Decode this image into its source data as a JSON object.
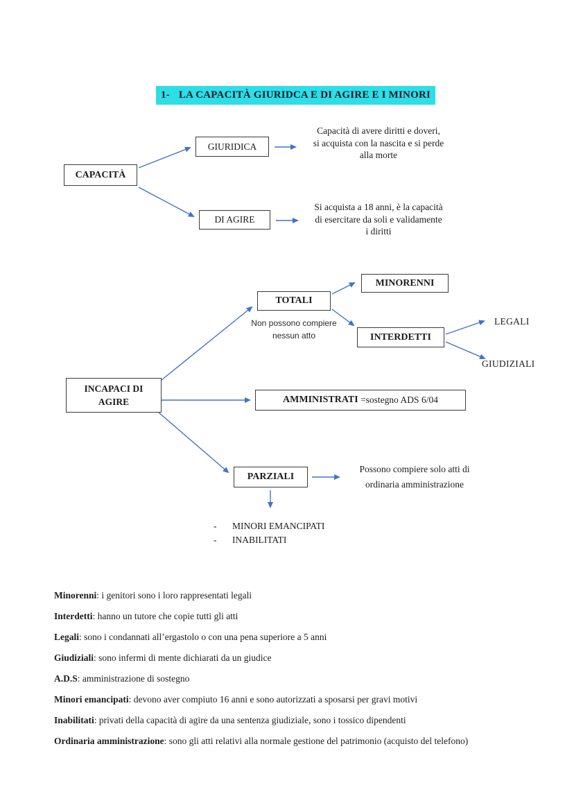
{
  "page": {
    "title_number": "1-",
    "title_text": "LA CAPACITÀ GIURIDCA E DI AGIRE E I MINORI"
  },
  "colors": {
    "title_highlight": "#2DDEE6",
    "arrow": "#4472C4",
    "box_border": "#3a3a3a"
  },
  "capacity_diagram": {
    "root": "CAPACITÀ",
    "giuridica": {
      "label": "GIURIDICA",
      "desc": [
        "Capacità di avere diritti e doveri,",
        "si acquista con la nascita e si perde",
        "alla morte"
      ]
    },
    "di_agire": {
      "label": "DI AGIRE",
      "desc": [
        "Si acquista a 18 anni, è la capacità",
        "di esercitare da soli e validamente",
        "i diritti"
      ]
    }
  },
  "incapacity_diagram": {
    "root_line1": "INCAPACI DI",
    "root_line2": "AGIRE",
    "totali": "TOTALI",
    "totali_note": [
      "Non possono compiere",
      "nessun atto"
    ],
    "minorenni": "MINORENNI",
    "interdetti": "INTERDETTI",
    "legali": "LEGALI",
    "giudiziali": "GIUDIZIALI",
    "amministrati_label": "AMMINISTRATI",
    "amministrati_note": " =sostegno ADS 6/04",
    "parziali": "PARZIALI",
    "parziali_desc": [
      "Possono compiere solo atti di",
      "ordinaria amministrazione"
    ],
    "parziali_list": [
      {
        "bullet": "-",
        "text": "MINORI EMANCIPATI"
      },
      {
        "bullet": "-",
        "text": "INABILITATI"
      }
    ]
  },
  "definitions": [
    {
      "term": "Minorenni",
      "text": ": i genitori sono i loro rappresentati legali"
    },
    {
      "term": "Interdetti",
      "text": ": hanno un tutore che copie tutti gli atti"
    },
    {
      "term": "Legali",
      "text": ": sono i condannati all’ergastolo o con una pena superiore a 5 anni"
    },
    {
      "term": "Giudiziali",
      "text": ": sono infermi di mente dichiarati da un giudice"
    },
    {
      "term": "A.D.S",
      "text": ": amministrazione di sostegno"
    },
    {
      "term": "Minori emancipati",
      "text": ": devono aver compiuto 16 anni e sono autorizzati a sposarsi per gravi motivi"
    },
    {
      "term": "Inabilitati",
      "text": ": privati della capacità di agire da una sentenza giudiziale, sono i tossico dipendenti"
    },
    {
      "term": "Ordinaria amministrazione",
      "text": ": sono gli atti relativi alla normale gestione del patrimonio (acquisto del telefono)"
    }
  ]
}
